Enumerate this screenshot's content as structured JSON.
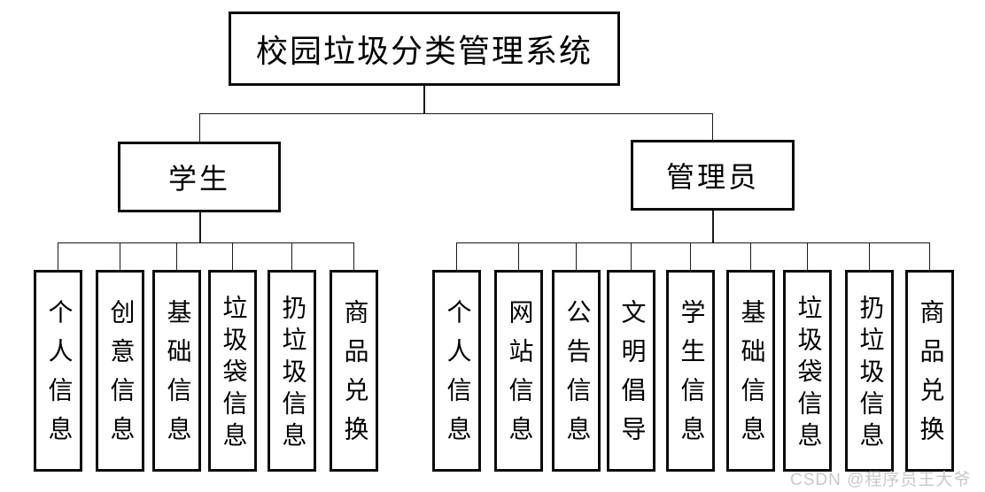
{
  "diagram": {
    "root": {
      "label": "校园垃圾分类管理系统"
    },
    "branches": [
      {
        "label": "学生",
        "children": [
          {
            "label": "个人信息"
          },
          {
            "label": "创意信息"
          },
          {
            "label": "基础信息"
          },
          {
            "label": "垃圾袋信息"
          },
          {
            "label": "扔垃圾信息"
          },
          {
            "label": "商品兑换"
          }
        ]
      },
      {
        "label": "管理员",
        "children": [
          {
            "label": "个人信息"
          },
          {
            "label": "网站信息"
          },
          {
            "label": "公告信息"
          },
          {
            "label": "文明倡导"
          },
          {
            "label": "学生信息"
          },
          {
            "label": "基础信息"
          },
          {
            "label": "垃圾袋信息"
          },
          {
            "label": "扔垃圾信息"
          },
          {
            "label": "商品兑换"
          }
        ]
      }
    ]
  },
  "watermark": {
    "text": "CSDN @程序员王大爷"
  },
  "colors": {
    "background": "#ffffff",
    "box_border": "#0b0b0b",
    "line": "#1a1a1a",
    "watermark": "#c8c8c8"
  }
}
